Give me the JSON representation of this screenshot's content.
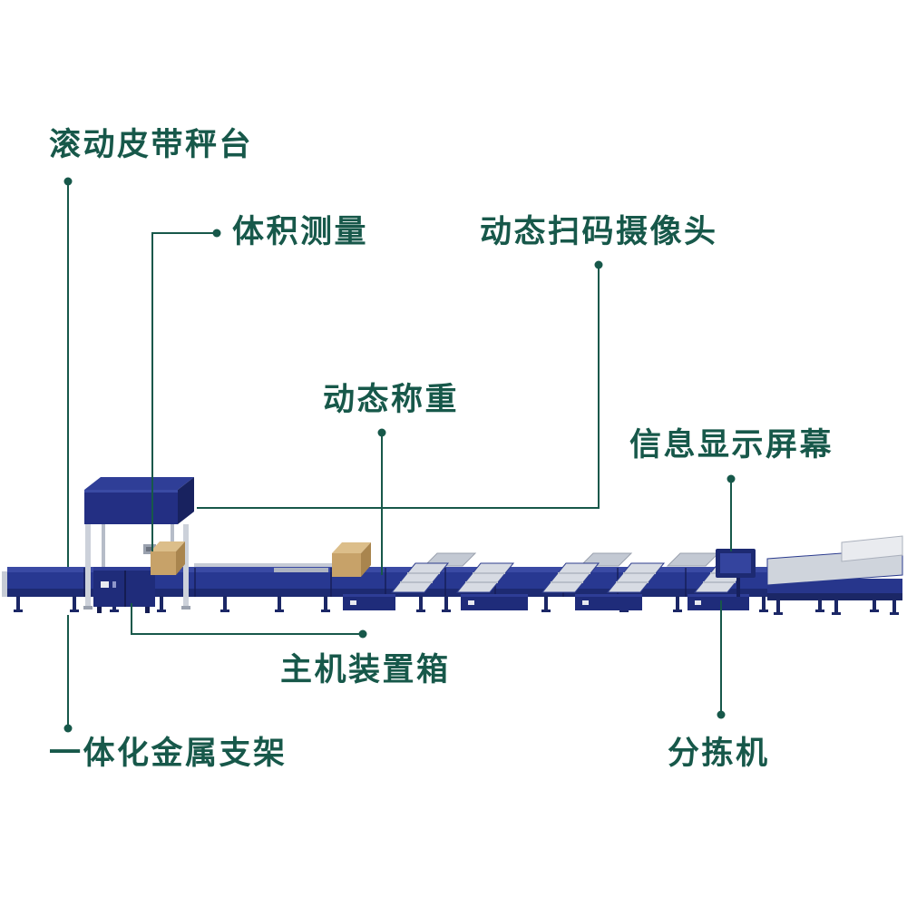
{
  "labels": [
    {
      "id": "rolling-belt-scale-platform",
      "text": "滚动皮带秤台"
    },
    {
      "id": "volume-measurement",
      "text": "体积测量"
    },
    {
      "id": "dynamic-scan-camera",
      "text": "动态扫码摄像头"
    },
    {
      "id": "dynamic-weighing",
      "text": "动态称重"
    },
    {
      "id": "info-display-screen",
      "text": "信息显示屏幕"
    },
    {
      "id": "host-device-box",
      "text": "主机装置箱"
    },
    {
      "id": "integrated-metal-bracket",
      "text": "一体化金属支架"
    },
    {
      "id": "sorter",
      "text": "分拣机"
    }
  ],
  "colors": {
    "label_text": "#17584a",
    "callout_line": "#17584a",
    "machine_navy": "#283891",
    "machine_navy_dark": "#1b2766",
    "frame_gray": "#ccd1da",
    "belt_gray": "#d7dbe3",
    "parcel_tan": "#c7a269",
    "background": "#ffffff"
  }
}
